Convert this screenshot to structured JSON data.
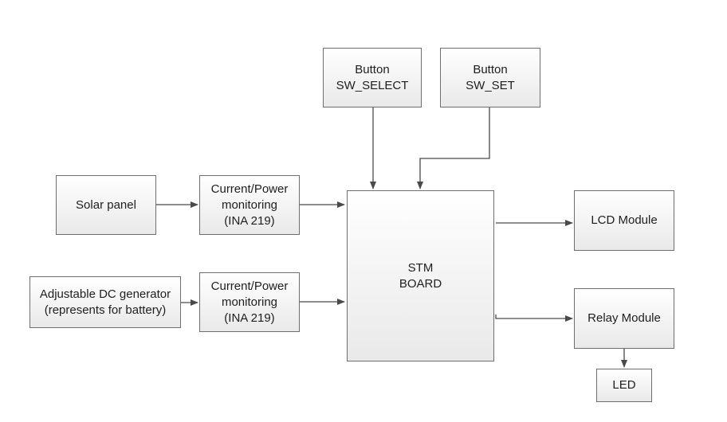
{
  "diagram": {
    "blocks": {
      "btn_select": [
        "Button",
        "SW_SELECT"
      ],
      "btn_set": [
        "Button",
        "SW_SET"
      ],
      "solar": [
        "Solar panel"
      ],
      "mon1": [
        "Current/Power",
        "monitoring",
        "(INA 219)"
      ],
      "dcgen": [
        "Adjustable DC generator",
        "(represents for battery)"
      ],
      "mon2": [
        "Current/Power",
        "monitoring",
        "(INA 219)"
      ],
      "stm": [
        "STM",
        "BOARD"
      ],
      "lcd": [
        "LCD Module"
      ],
      "relay": [
        "Relay Module"
      ],
      "led": [
        "LED"
      ]
    },
    "edges": [
      {
        "from": "solar",
        "to": "mon1"
      },
      {
        "from": "mon1",
        "to": "stm"
      },
      {
        "from": "dcgen",
        "to": "mon2"
      },
      {
        "from": "mon2",
        "to": "stm"
      },
      {
        "from": "btn_select",
        "to": "stm"
      },
      {
        "from": "btn_set",
        "to": "stm"
      },
      {
        "from": "stm",
        "to": "lcd"
      },
      {
        "from": "stm",
        "to": "relay"
      },
      {
        "from": "relay",
        "to": "led"
      }
    ],
    "colors": {
      "stroke": "#6e6e6e",
      "arrow": "#4a4a4a",
      "text": "#1e1e1e",
      "fill_top": "#ffffff",
      "fill_bottom": "#e9e9e9"
    }
  }
}
